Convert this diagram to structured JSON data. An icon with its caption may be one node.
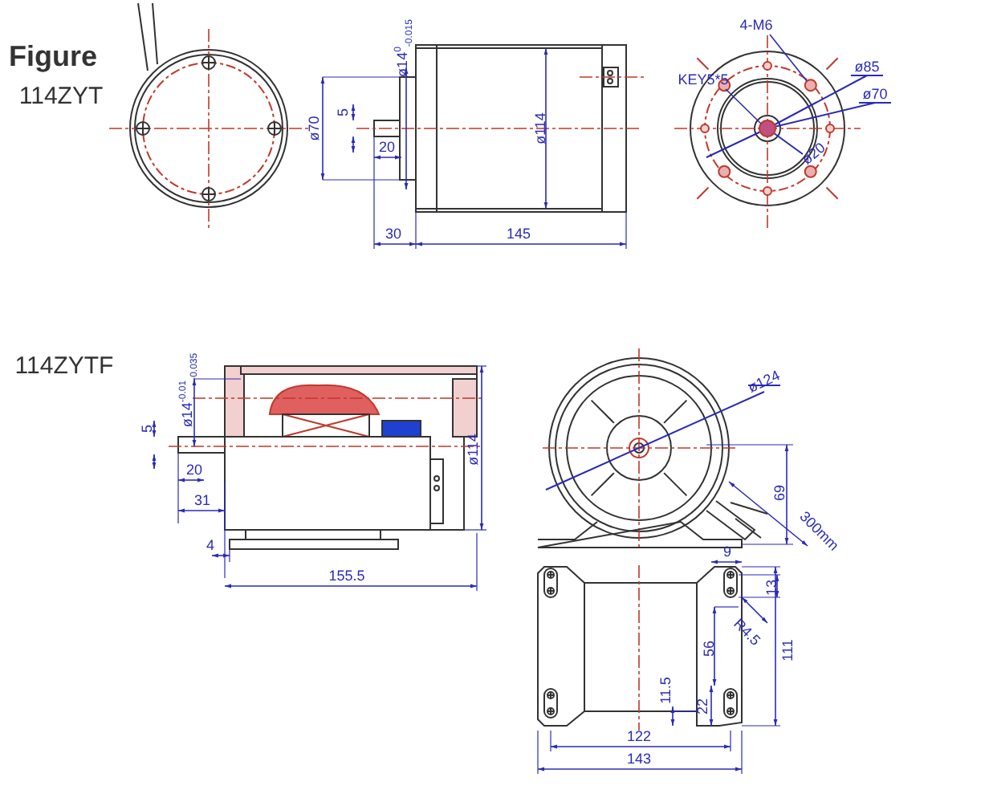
{
  "diagram": {
    "nodes": [
      {
        "text": [
          "4-M6"
        ]
      },
      {
        "text": [
          "KEY5*5"
        ]
      },
      {
        "text": [],
        "shape": "circle"
      },
      {
        "text": [],
        "shape": "circle"
      }
    ],
    "edges": [
      {
        "from": 0,
        "to": 2,
        "arrow": "none"
      },
      {
        "from": 1,
        "to": 3,
        "arrow": "none"
      }
    ],
    "labels": [
      "Figure",
      "114ZYT",
      "ø70",
      "5",
      "ø14$^{0}$$_{-0.015}$",
      "20",
      "ø114",
      "30",
      "145",
      "ø85",
      "ø70",
      "ø20",
      "114ZYTF",
      "ø14$^{-0.01}$$_{-0.035}$",
      "5",
      "20",
      "31",
      "4",
      "155.5",
      "ø114",
      "ø124",
      "69",
      "300mm",
      "9",
      "13",
      "R4.5",
      "56",
      "111",
      "11.5",
      "22",
      "122",
      "143"
    ]
  }
}
